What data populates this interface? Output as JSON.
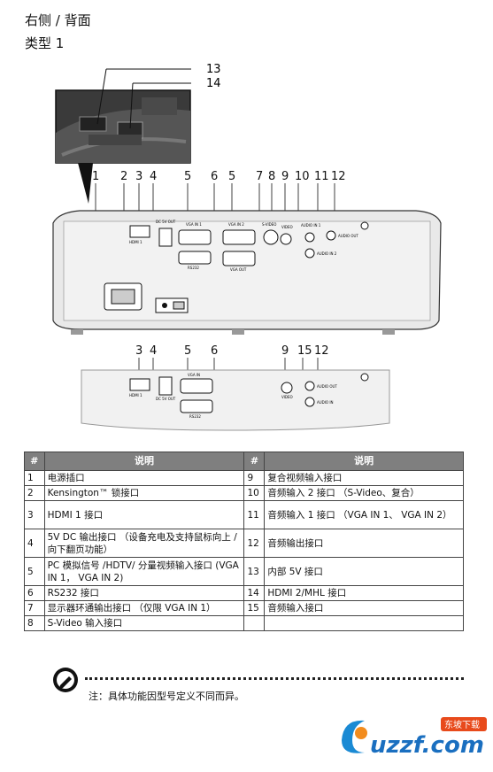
{
  "page": {
    "section_title": "右侧 / 背面",
    "type_title": "类型 1"
  },
  "figure": {
    "callouts_inset": [
      "13",
      "14"
    ],
    "callouts_top": [
      "1",
      "2",
      "3",
      "4",
      "5",
      "6",
      "5",
      "7",
      "8",
      "9",
      "10",
      "11",
      "12"
    ],
    "callouts_bottom": [
      "3",
      "4",
      "5",
      "6",
      "9",
      "15",
      "12"
    ],
    "port_labels_top": {
      "hdmi": "HDMI 1",
      "dc_out": "DC 5V OUT",
      "vga_in1": "VGA IN 1",
      "vga_in2": "VGA IN 2",
      "rs232": "RS232",
      "vga_out": "VGA OUT",
      "s_video": "S-VIDEO",
      "video": "VIDEO",
      "audio_in1": "AUDIO IN 1",
      "audio_out": "AUDIO OUT",
      "audio_in2": "AUDIO IN 2"
    },
    "port_labels_bottom": {
      "hdmi": "HDMI 1",
      "dc_out": "DC 5V OUT",
      "vga_in": "VGA IN",
      "rs232": "RS232",
      "video": "VIDEO",
      "audio_out": "AUDIO OUT",
      "audio_in": "AUDIO IN"
    }
  },
  "table": {
    "headers": [
      "#",
      "说明",
      "#",
      "说明"
    ],
    "rows": [
      {
        "n1": "1",
        "d1": "电源插口",
        "n2": "9",
        "d2": "复合视频输入接口"
      },
      {
        "n1": "2",
        "d1": "Kensington™ 锁接口",
        "n2": "10",
        "d2": "音频输入 2 接口 （S-Video、复合）"
      },
      {
        "n1": "3",
        "d1": "HDMI 1 接口",
        "n2": "11",
        "d2": "音频输入 1 接口 （VGA IN 1、 VGA IN 2）"
      },
      {
        "n1": "4",
        "d1": "5V DC 输出接口 （设备充电及支持鼠标向上 / 向下翻页功能）",
        "n2": "12",
        "d2": "音频输出接口"
      },
      {
        "n1": "5",
        "d1": "PC 模拟信号 /HDTV/ 分量视频输入接口 (VGA IN 1， VGA IN 2)",
        "n2": "13",
        "d2": "内部 5V 接口"
      },
      {
        "n1": "6",
        "d1": "RS232 接口",
        "n2": "14",
        "d2": "HDMI 2/MHL 接口"
      },
      {
        "n1": "7",
        "d1": "显示器环通输出接口 （仅限 VGA IN 1）",
        "n2": "15",
        "d2": "音频输入接口"
      },
      {
        "n1": "8",
        "d1": "S-Video 输入接口",
        "n2": "",
        "d2": ""
      }
    ]
  },
  "note": {
    "text": "注：具体功能因型号定义不同而异。"
  },
  "watermark": {
    "brand": "uzzf.com",
    "tag": "东坡下载"
  }
}
